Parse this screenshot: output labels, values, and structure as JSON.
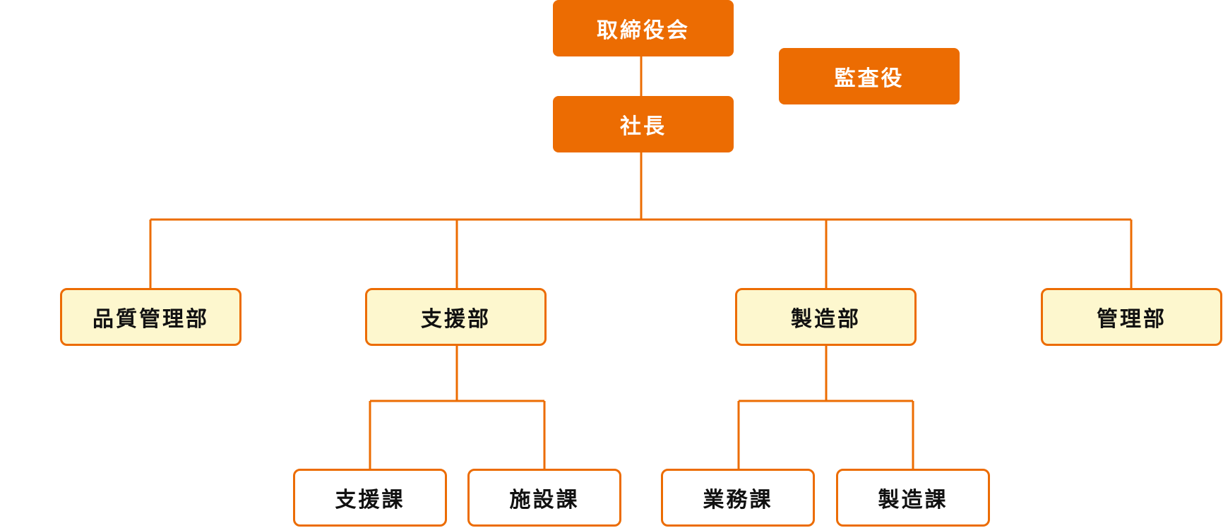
{
  "colors": {
    "accent": "#ec6c02",
    "department_fill": "#fdf7ce",
    "section_fill": "#ffffff"
  },
  "executives": {
    "board": "取締役会",
    "auditor": "監査役",
    "president": "社長"
  },
  "departments": {
    "quality": "品質管理部",
    "support": "支援部",
    "manufacturing": "製造部",
    "administration": "管理部"
  },
  "sections": {
    "support_section": "支援課",
    "facilities_section": "施設課",
    "operations_section": "業務課",
    "manufacturing_section": "製造課"
  }
}
